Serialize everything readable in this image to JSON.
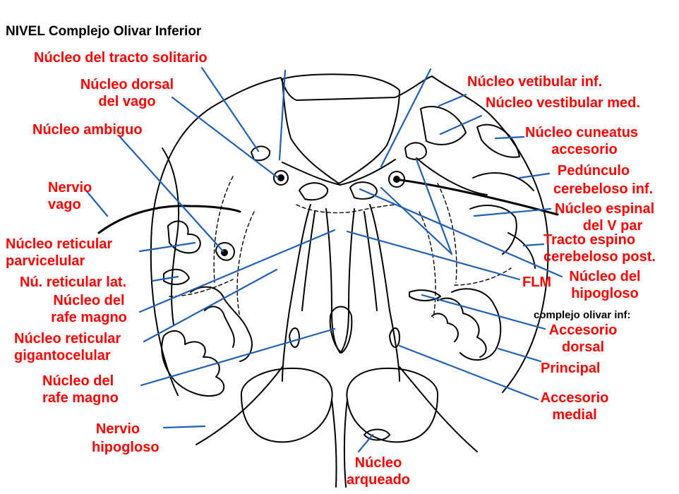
{
  "title": "NIVEL Complejo Olivar Inferior",
  "colors": {
    "label": "#ff0000",
    "leader": "#1f5fb4",
    "outline": "#000000"
  },
  "labels": {
    "tracto_solitario": "Núcleo del tracto solitario",
    "dorsal_vago_1": "Núcleo dorsal",
    "dorsal_vago_2": "del vago",
    "ambiguo": "Núcleo ambiguo",
    "nervio_vago_1": "Nervio",
    "nervio_vago_2": "vago",
    "reticular_parvicelular_1": "Núcleo reticular",
    "reticular_parvicelular_2": "parvicelular",
    "reticular_lat": "Nú. reticular lat.",
    "rafe_magno_a_1": "Núcleo del",
    "rafe_magno_a_2": "rafe magno",
    "gigantocelular_1": "Núcleo reticular",
    "gigantocelular_2": "gigantocelular",
    "rafe_magno_b_1": "Núcleo del",
    "rafe_magno_b_2": "rafe magno",
    "nervio_hipogloso_1": "Nervio",
    "nervio_hipogloso_2": "hipogloso",
    "arqueado_1": "Núcleo",
    "arqueado_2": "arqueado",
    "vestibular_inf": "Núcleo vetibular inf.",
    "vestibular_med": "Núcleo vestibular med.",
    "cuneatus_1": "Núcleo cuneatus",
    "cuneatus_2": "accesorio",
    "pedunculo_1": "Pedúnculo",
    "pedunculo_2": "cerebeloso inf.",
    "espinal_v_1": "Núcleo espinal",
    "espinal_v_2": "del V par",
    "espino_cerebeloso_1": "Tracto espino",
    "espino_cerebeloso_2": "cerebeloso post.",
    "flm": "FLM",
    "hipogloso_1": "Núcleo del",
    "hipogloso_2": "hipogloso",
    "complejo_olivar": "complejo olivar inf:",
    "accesorio_dorsal_1": "Accesorio",
    "accesorio_dorsal_2": "dorsal",
    "principal": "Principal",
    "accesorio_medial_1": "Accesorio",
    "accesorio_medial_2": "medial"
  }
}
